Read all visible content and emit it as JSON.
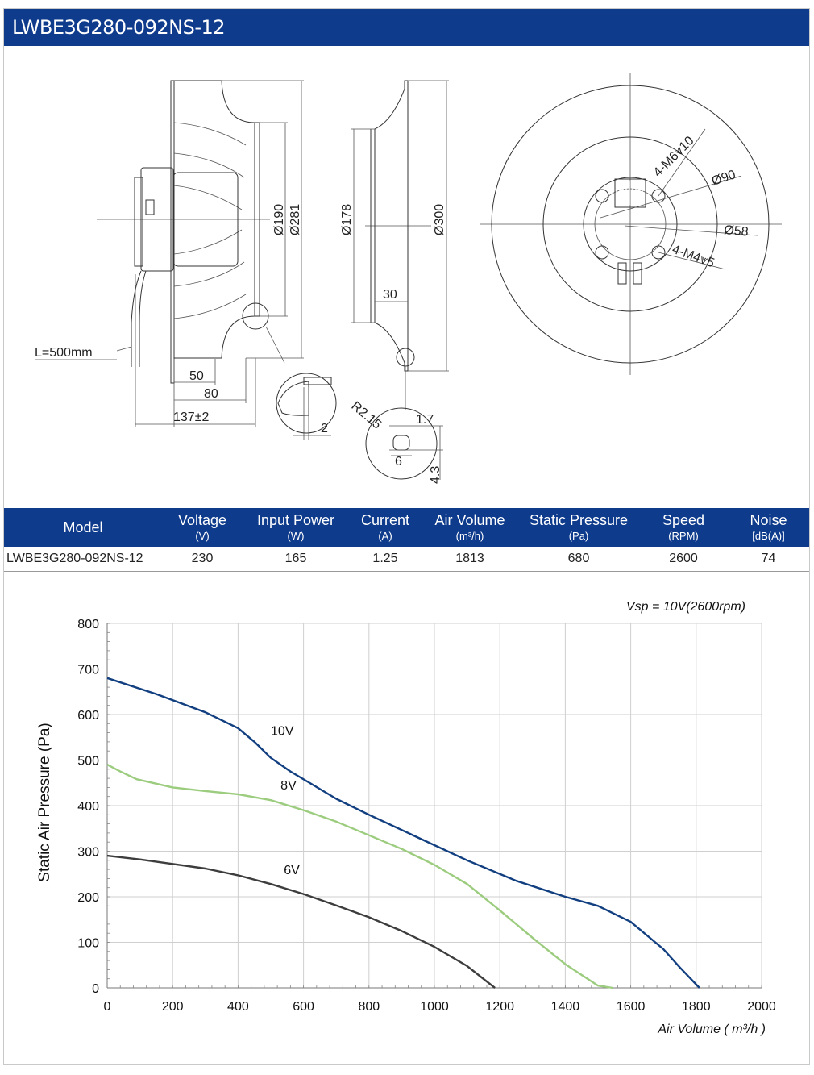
{
  "header": {
    "title": "LWBE3G280-092NS-12"
  },
  "drawing": {
    "cable_length": "L=500mm",
    "dim_50": "50",
    "dim_80": "80",
    "dim_137": "137±2",
    "dim_190": "Ø190",
    "dim_281": "Ø281",
    "dim_2": "2",
    "dim_178": "Ø178",
    "dim_300": "Ø300",
    "dim_30": "30",
    "dim_r215": "R2.15",
    "dim_17": "1.7",
    "dim_6": "6",
    "dim_43": "4.3",
    "dim_m6": "4-M6⩔10",
    "dim_90": "Ø90",
    "dim_58": "Ø58",
    "dim_m4": "4-M4⩔5"
  },
  "specs": {
    "columns": [
      {
        "label": "Model",
        "unit": ""
      },
      {
        "label": "Voltage",
        "unit": "(V)"
      },
      {
        "label": "Input Power",
        "unit": "(W)"
      },
      {
        "label": "Current",
        "unit": "(A)"
      },
      {
        "label": "Air Volume",
        "unit": "(m³/h)"
      },
      {
        "label": "Static Pressure",
        "unit": "(Pa)"
      },
      {
        "label": "Speed",
        "unit": "(RPM)"
      },
      {
        "label": "Noise",
        "unit": "[dB(A)]"
      }
    ],
    "row": [
      "LWBE3G280-092NS-12",
      "230",
      "165",
      "1.25",
      "1813",
      "680",
      "2600",
      "74"
    ]
  },
  "chart_data": {
    "type": "line",
    "annotation": "Vsp = 10V(2600rpm)",
    "xlabel": "Air Volume ( m³/h )",
    "ylabel": "Static Air Pressure  (Pa)",
    "xlim": [
      0,
      2000
    ],
    "ylim": [
      0,
      800
    ],
    "xticks": [
      0,
      200,
      400,
      600,
      800,
      1000,
      1200,
      1400,
      1600,
      1800,
      2000
    ],
    "yticks": [
      0,
      100,
      200,
      300,
      400,
      500,
      600,
      700,
      800
    ],
    "grid": true,
    "series": [
      {
        "name": "10V",
        "color": "#123f80",
        "x": [
          0,
          150,
          300,
          400,
          450,
          500,
          560,
          700,
          800,
          950,
          1100,
          1250,
          1400,
          1500,
          1600,
          1700,
          1750,
          1810
        ],
        "y": [
          680,
          645,
          605,
          570,
          540,
          505,
          475,
          415,
          380,
          330,
          280,
          235,
          200,
          180,
          145,
          85,
          45,
          0
        ]
      },
      {
        "name": "8V",
        "color": "#9ccc7e",
        "x": [
          0,
          40,
          90,
          200,
          300,
          400,
          500,
          600,
          700,
          800,
          900,
          1000,
          1100,
          1200,
          1300,
          1400,
          1500,
          1545
        ],
        "y": [
          490,
          475,
          458,
          440,
          432,
          425,
          412,
          390,
          365,
          335,
          305,
          270,
          228,
          170,
          110,
          52,
          5,
          0
        ]
      },
      {
        "name": "6V",
        "color": "#3d3d3d",
        "x": [
          0,
          100,
          200,
          300,
          400,
          500,
          600,
          700,
          800,
          900,
          1000,
          1100,
          1185
        ],
        "y": [
          290,
          282,
          272,
          262,
          247,
          228,
          206,
          181,
          155,
          125,
          90,
          48,
          0
        ]
      }
    ]
  }
}
